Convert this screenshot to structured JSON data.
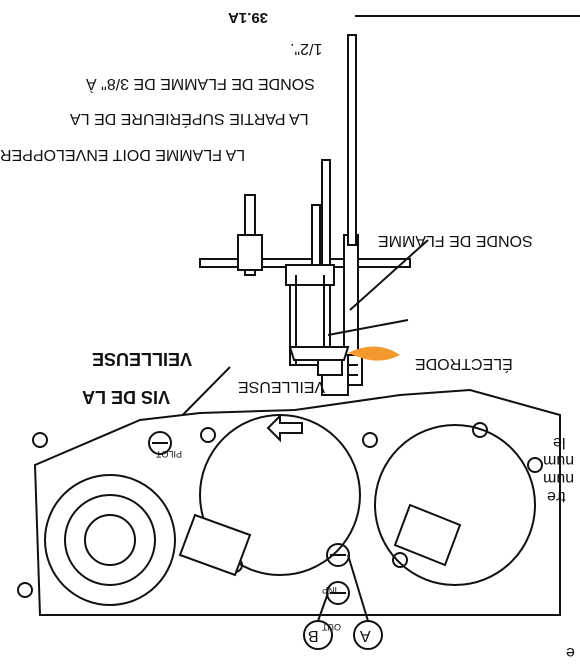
{
  "figure": {
    "id": "39.1A",
    "notes": {
      "envelope_line1": "LA FLAMME DOIT ENVELOPPER",
      "envelope_line2": "LA PARTIE SUPÉRIEURE DE LA",
      "envelope_line3": "SONDE DE FLAMME DE 3/8\" À",
      "envelope_line4": "1/2\"."
    },
    "labels": {
      "flame_probe": "SONDE DE FLAMME",
      "electrode": "ÉLECTRODE",
      "pilot": "VEILLEUSE",
      "pilot_screw_line1": "VIS DE LA",
      "pilot_screw_line2": "VEILLEUSE",
      "marker_a": "A",
      "marker_b": "B",
      "valve_text_pilot": "PILOT",
      "valve_text_inp": "INP",
      "valve_text_out": "OUT"
    },
    "cropped_text": {
      "line1": "tre",
      "line2": "num",
      "line3": "num",
      "line4": "le",
      "line5": "e"
    },
    "colors": {
      "line": "#111111",
      "flame": "#f29a2e",
      "background": "#ffffff"
    }
  }
}
